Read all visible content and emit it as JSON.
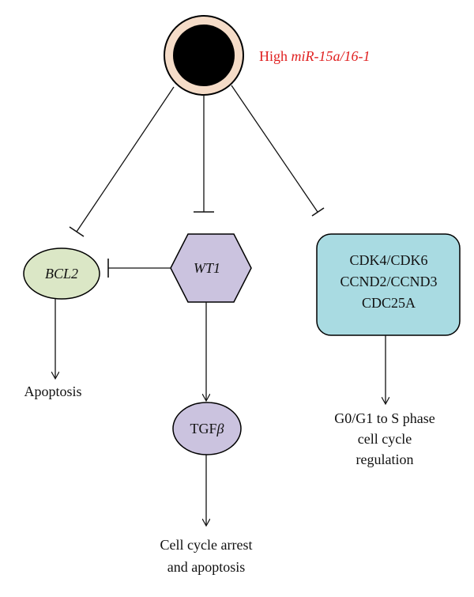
{
  "mirna_label": {
    "prefix": "High ",
    "name": "miR-15a/16-1",
    "color": "#e02020"
  },
  "nodes": {
    "bcl2": {
      "label": "BCL2",
      "fill": "#dbe7c6"
    },
    "wt1": {
      "label": "WT1",
      "fill": "#cbc3df"
    },
    "tgfb": {
      "label_prefix": "TGF",
      "label_symbol": "β",
      "fill": "#cbc3df"
    },
    "cdk_box": {
      "lines": [
        "CDK4/CDK6",
        "CCND2/CCND3",
        "CDC25A"
      ],
      "fill": "#a9dbe2"
    }
  },
  "outcomes": {
    "apoptosis": "Apoptosis",
    "arrest": [
      "Cell cycle arrest",
      "and apoptosis"
    ],
    "g0g1": [
      "G0/G1 to S phase",
      "cell cycle",
      "regulation"
    ]
  },
  "cell_colors": {
    "ring": "#f5dcc8",
    "core": "#000000"
  }
}
